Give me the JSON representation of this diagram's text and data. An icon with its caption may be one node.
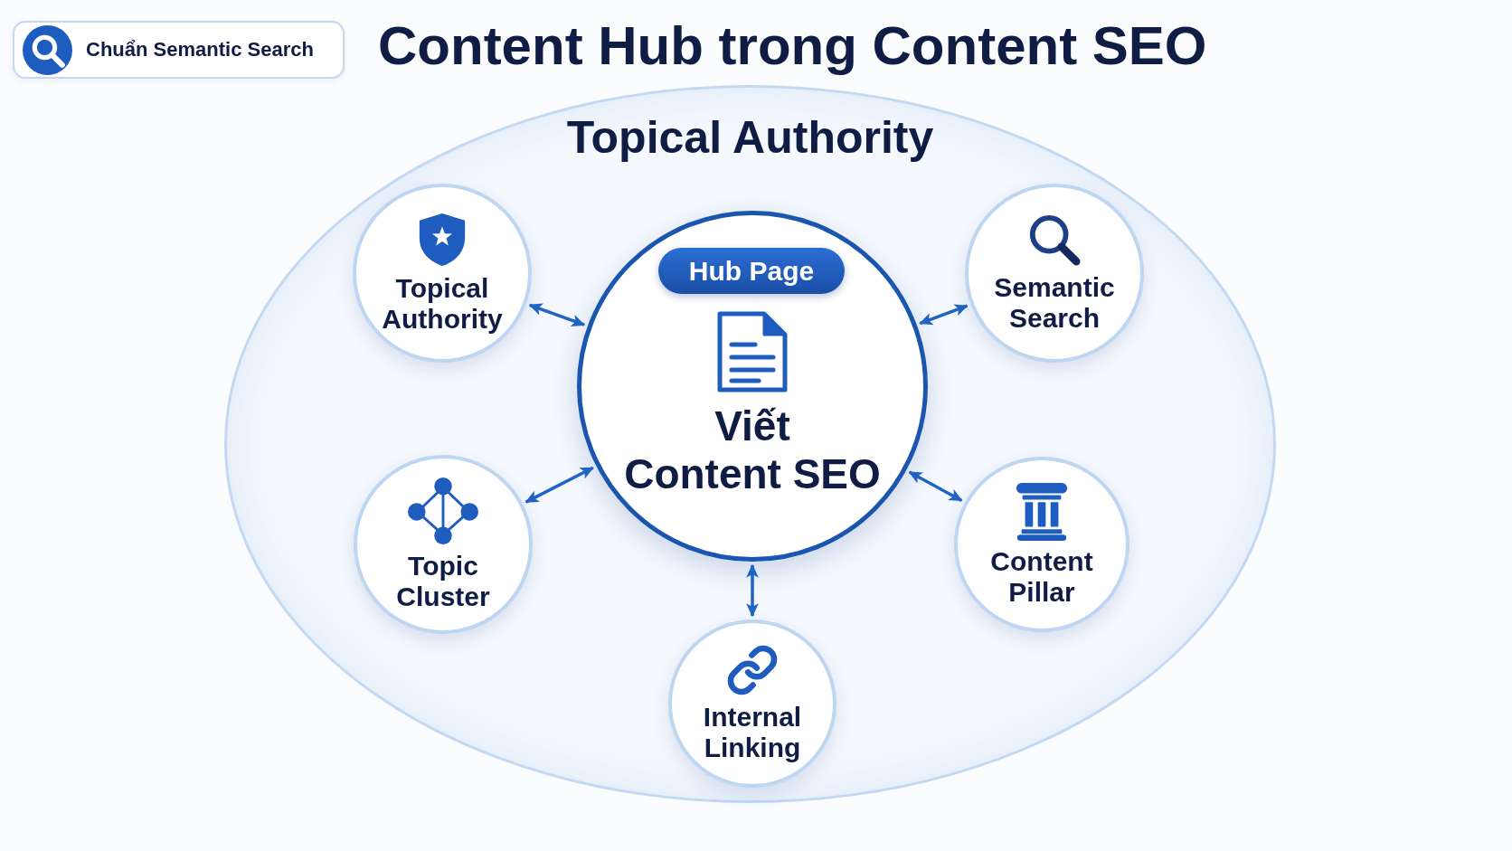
{
  "diagram": {
    "title": "Content Hub trong Content SEO",
    "nodes": [
      {
        "text": [
          "Chuẩn Semantic Search"
        ]
      },
      {
        "text": [
          "Topical Authority"
        ]
      },
      {
        "text": [
          "Topical Authority"
        ],
        "in": 1
      },
      {
        "text": [
          "Viết Content SEO"
        ],
        "in": 1
      },
      {
        "text": [
          "Hub Page"
        ],
        "in": 3
      },
      {
        "text": [
          "Semantic Search"
        ],
        "in": 1
      },
      {
        "text": [
          "Topic Cluster"
        ],
        "in": 1
      },
      {
        "text": [
          "Content Pillar"
        ],
        "in": 1
      },
      {
        "text": [
          "Internal Linking"
        ],
        "in": 1
      }
    ],
    "edges": [
      {
        "from": 3,
        "to": 2,
        "arrow": "both"
      },
      {
        "from": 3,
        "to": 5,
        "arrow": "both"
      },
      {
        "from": 3,
        "to": 6,
        "arrow": "both"
      },
      {
        "from": 3,
        "to": 7,
        "arrow": "both"
      },
      {
        "from": 3,
        "to": 8,
        "arrow": "both"
      }
    ]
  }
}
